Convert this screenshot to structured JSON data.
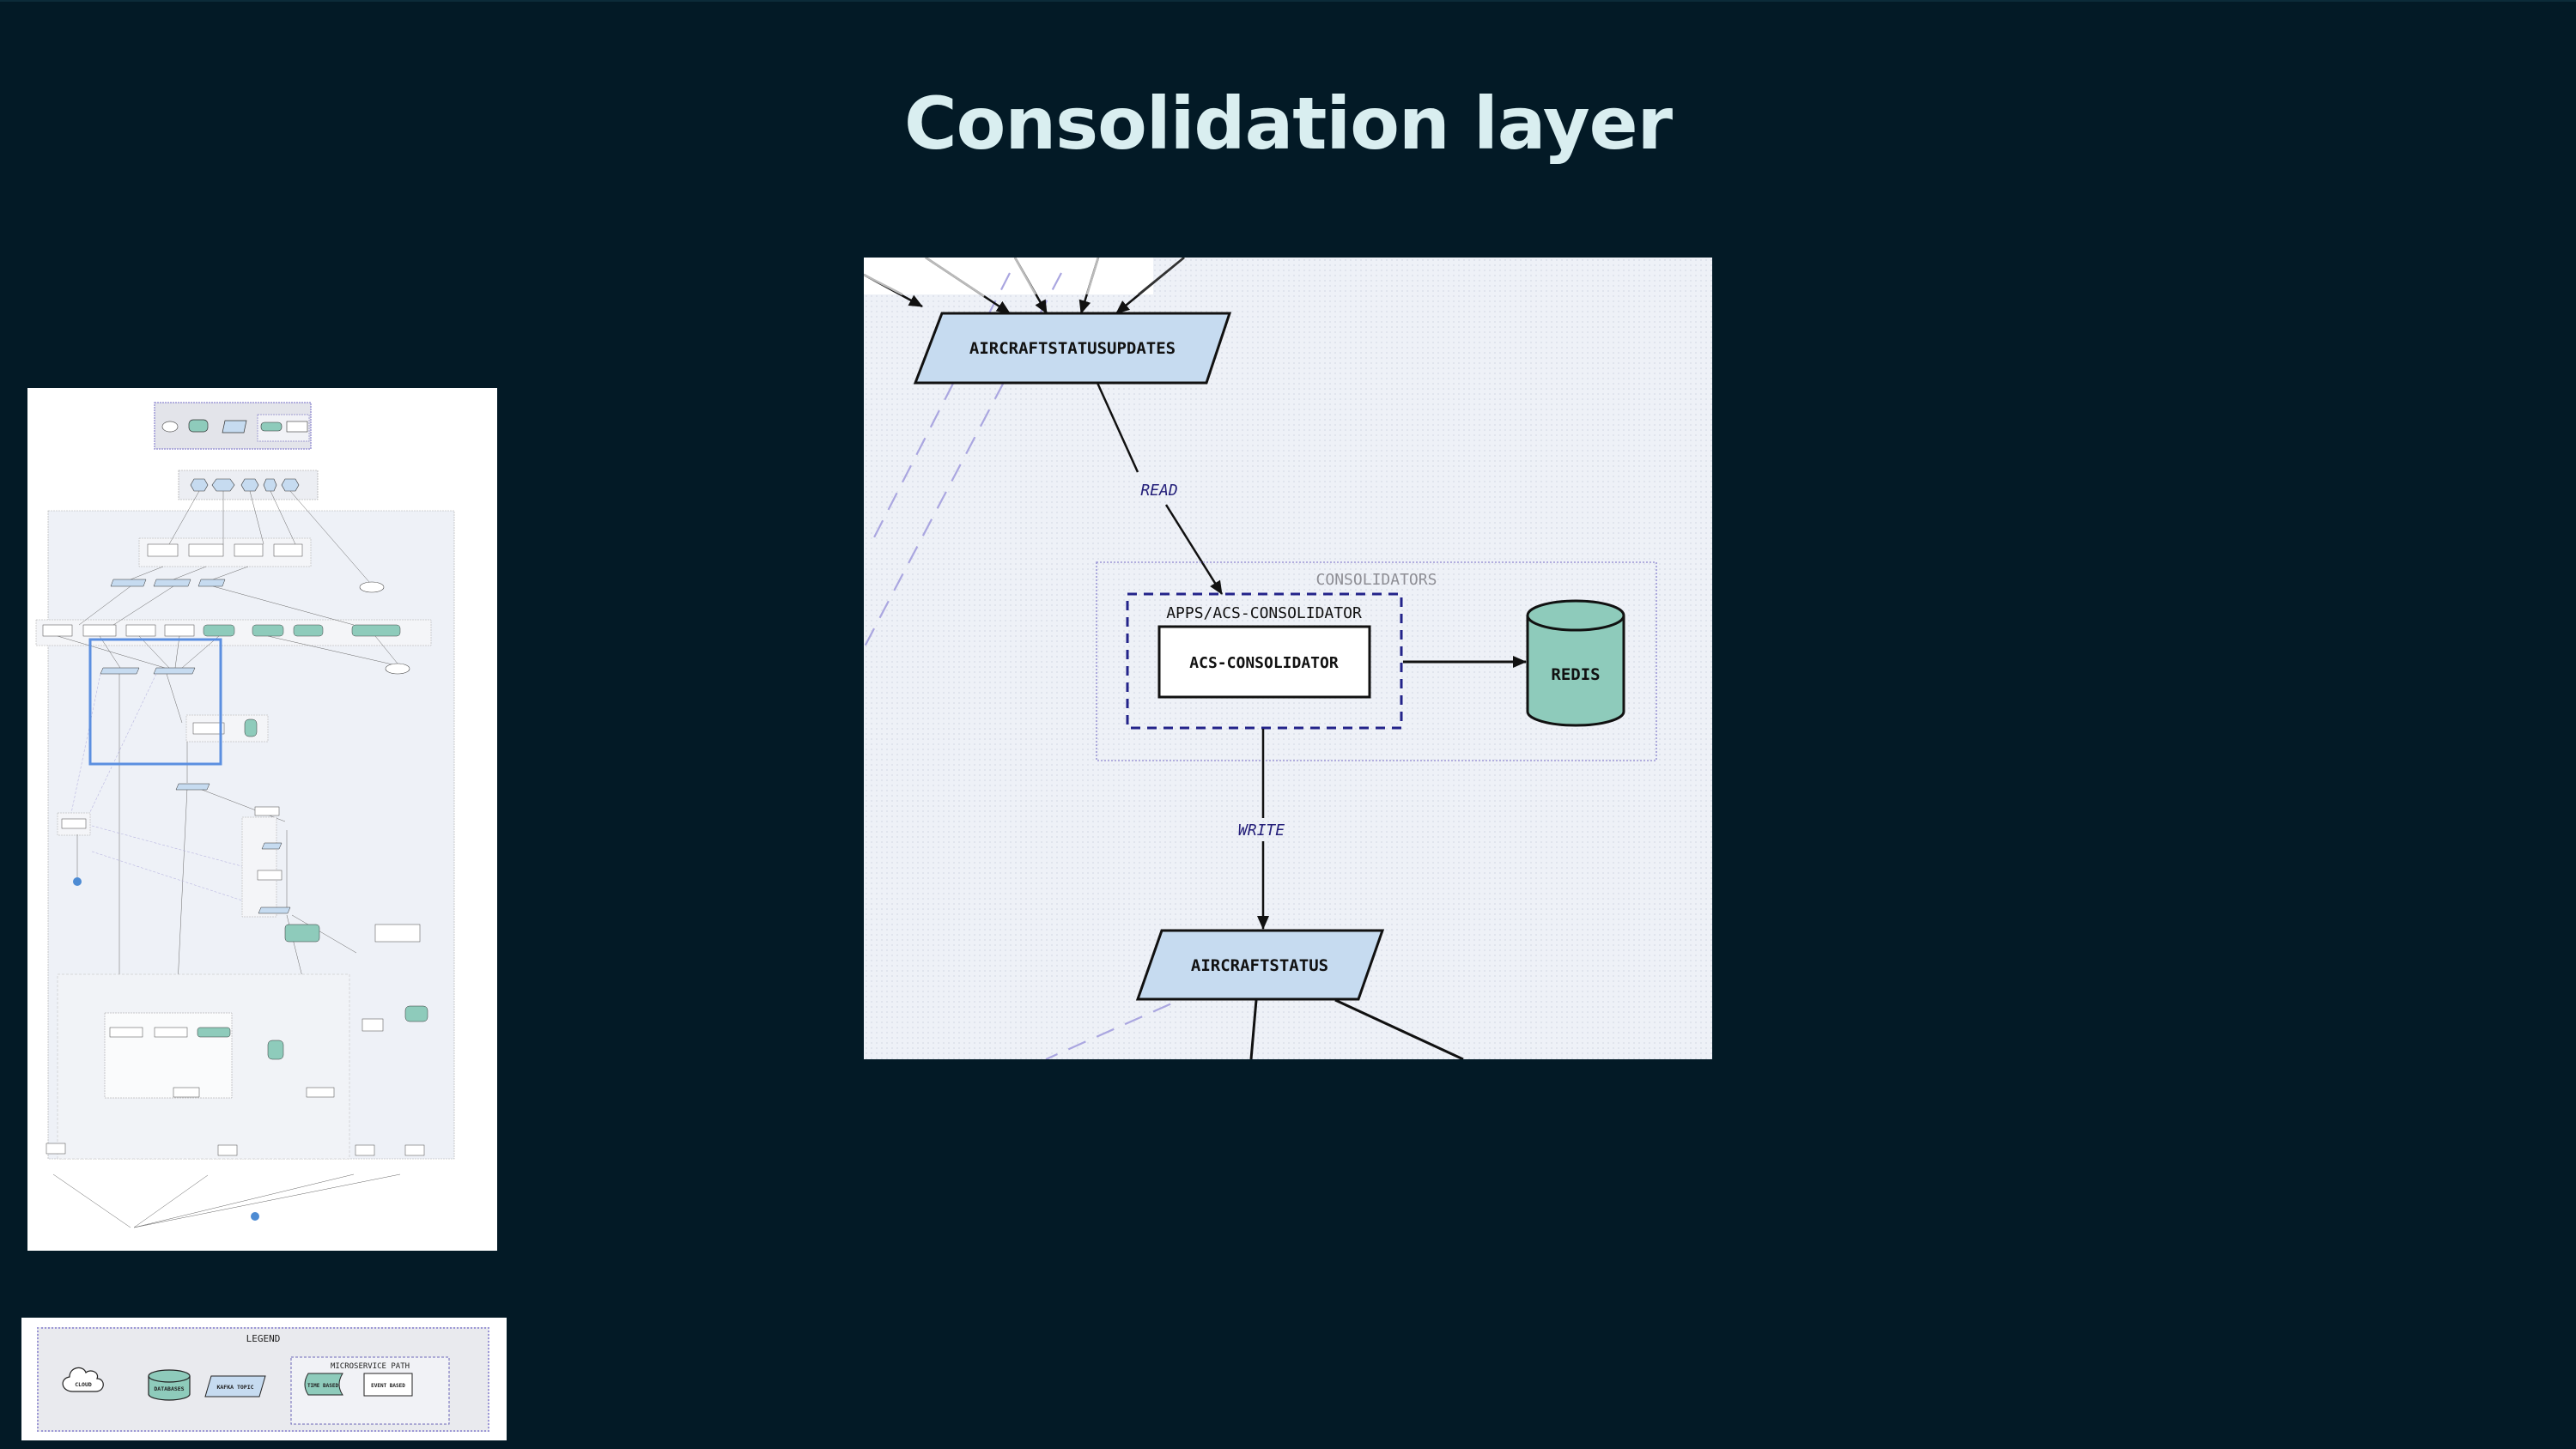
{
  "slide": {
    "title": "Consolidation layer"
  },
  "diagram": {
    "topics": {
      "input": "AIRCRAFTSTATUSUPDATES",
      "output": "AIRCRAFTSTATUS"
    },
    "edges": {
      "read_label": "READ",
      "write_label": "WRITE"
    },
    "group": {
      "label": "CONSOLIDATORS",
      "app_label": "APPS/ACS-CONSOLIDATOR",
      "service": "ACS-CONSOLIDATOR"
    },
    "database": {
      "label": "REDIS"
    },
    "colors": {
      "topic_fill": "#c6dbf0",
      "db_fill": "#8ecbbb",
      "edge_label": "#25207a",
      "dashed_border": "#2a2a8a",
      "highlight": "#5b8fe0"
    }
  },
  "legend": {
    "title": "LEGEND",
    "items": {
      "cloud": "CLOUD",
      "databases": "DATABASES",
      "kafka_topic": "KAFKA TOPIC"
    },
    "microservice_path": {
      "title": "MICROSERVICE PATH",
      "time_based": "TIME BASED",
      "event_based": "EVENT BASED"
    }
  }
}
